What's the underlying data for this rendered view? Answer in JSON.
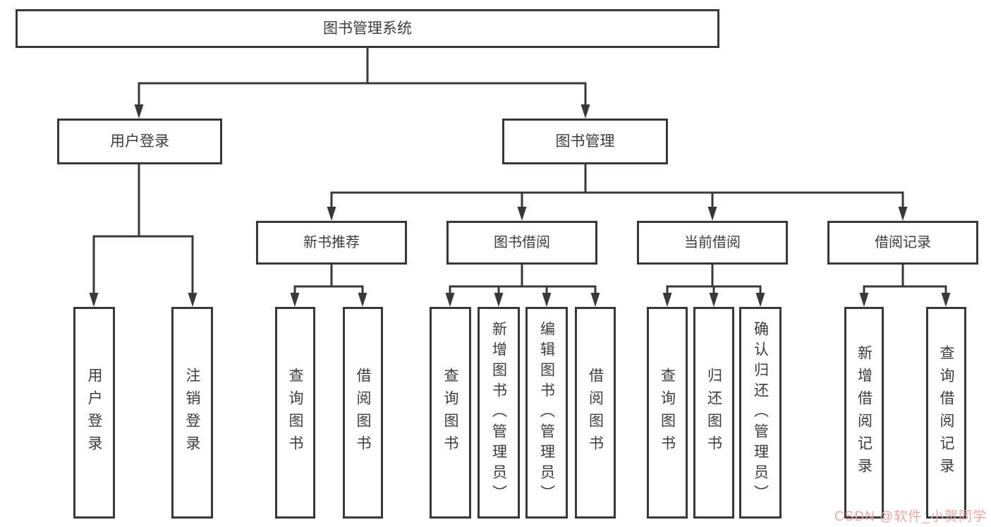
{
  "diagram": {
    "type": "hierarchy-flowchart",
    "colors": {
      "line": "#383838",
      "box_border": "#383838",
      "text": "#3c3c3c",
      "background": "#ffffff",
      "watermark": "#e9a7a7"
    },
    "tree": {
      "label": "图书管理系统",
      "children": [
        {
          "label": "用户登录",
          "children": [
            {
              "label": "用户登录"
            },
            {
              "label": "注销登录"
            }
          ]
        },
        {
          "label": "图书管理",
          "children": [
            {
              "label": "新书推荐",
              "children": [
                {
                  "label": "查询图书"
                },
                {
                  "label": "借阅图书"
                }
              ]
            },
            {
              "label": "图书借阅",
              "children": [
                {
                  "label": "查询图书"
                },
                {
                  "label": "新增图书（管理员）"
                },
                {
                  "label": "编辑图书（管理员）"
                },
                {
                  "label": "借阅图书"
                }
              ]
            },
            {
              "label": "当前借阅",
              "children": [
                {
                  "label": "查询图书"
                },
                {
                  "label": "归还图书"
                },
                {
                  "label": "确认归还（管理员）"
                }
              ]
            },
            {
              "label": "借阅记录",
              "children": [
                {
                  "label": "新增借阅记录"
                },
                {
                  "label": "查询借阅记录"
                }
              ]
            }
          ]
        }
      ]
    }
  },
  "watermark": {
    "text": "CSDN @软件_小贺同学"
  }
}
